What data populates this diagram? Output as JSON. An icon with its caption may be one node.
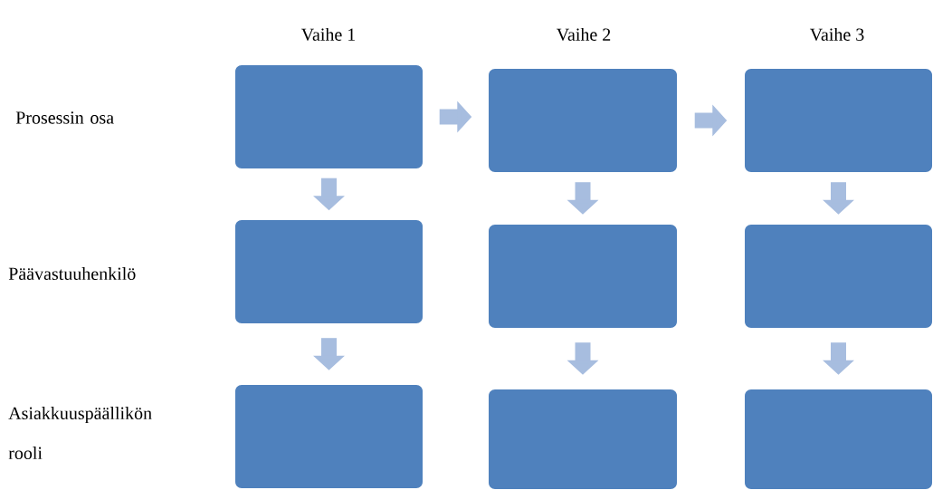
{
  "diagram": {
    "nodes": [
      {
        "text": [],
        "shape": "box"
      },
      {
        "text": [],
        "shape": "box"
      },
      {
        "text": [],
        "shape": "box"
      },
      {
        "text": [],
        "shape": "box"
      },
      {
        "text": [],
        "shape": "box"
      },
      {
        "text": [],
        "shape": "box"
      },
      {
        "text": [],
        "shape": "box"
      },
      {
        "text": [],
        "shape": "box"
      },
      {
        "text": [],
        "shape": "box"
      }
    ],
    "edges": [
      {
        "from": 0,
        "to": 1,
        "arrow": "to"
      },
      {
        "from": 1,
        "to": 2,
        "arrow": "to"
      },
      {
        "from": 0,
        "to": 3,
        "arrow": "to"
      },
      {
        "from": 1,
        "to": 4,
        "arrow": "to"
      },
      {
        "from": 2,
        "to": 5,
        "arrow": "to"
      },
      {
        "from": 3,
        "to": 6,
        "arrow": "to"
      },
      {
        "from": 4,
        "to": 7,
        "arrow": "to"
      },
      {
        "from": 5,
        "to": 8,
        "arrow": "to"
      }
    ],
    "labels": [
      "Vaihe 1",
      "Vaihe 2",
      "Vaihe 3",
      "Prosessin osa",
      "Päävastuuhenkilö",
      "Asiakkuuspäällikön rooli"
    ]
  }
}
